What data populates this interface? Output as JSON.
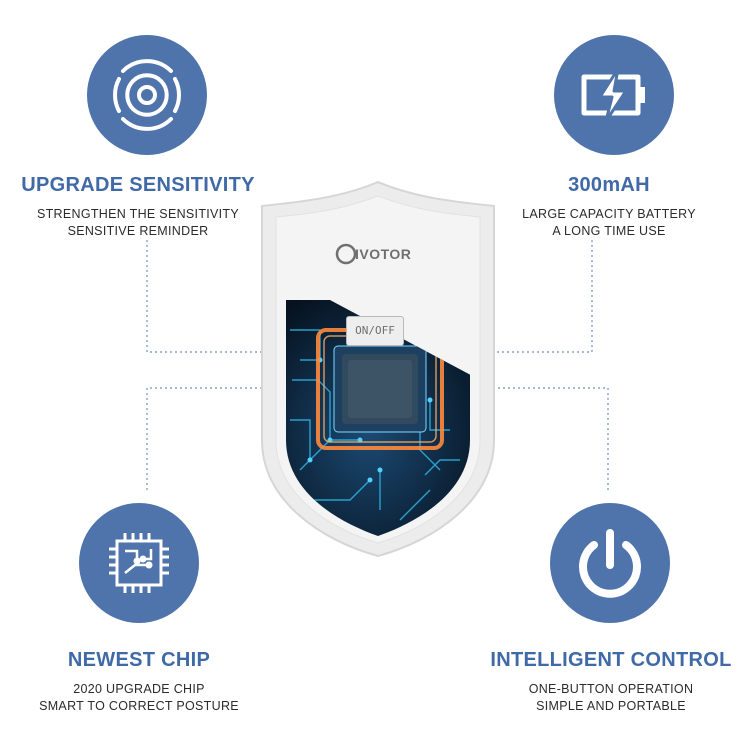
{
  "features": [
    {
      "title": "UPGRADE SENSITIVITY",
      "lines": [
        "STRENGTHEN THE SENSITIVITY",
        "SENSITIVE REMINDER"
      ],
      "icon": "sensor-waves-icon"
    },
    {
      "title": "300mAH",
      "lines": [
        "LARGE CAPACITY BATTERY",
        "A LONG TIME USE"
      ],
      "icon": "battery-charging-icon"
    },
    {
      "title": "NEWEST CHIP",
      "lines": [
        "2020 UPGRADE CHIP",
        "SMART TO CORRECT POSTURE"
      ],
      "icon": "chip-icon"
    },
    {
      "title": "INTELLIGENT CONTROL",
      "lines": [
        "ONE-BUTTON OPERATION",
        "SIMPLE AND PORTABLE"
      ],
      "icon": "power-icon"
    }
  ],
  "device": {
    "brand": "IVOTOR",
    "button_label": "ON/OFF"
  },
  "colors": {
    "accent": "#4f74ab",
    "title": "#3f6aa7",
    "device_body": "#f1f1f1",
    "circuit_bg": "#0d2338",
    "circuit_glow": "#ff8a3d"
  }
}
